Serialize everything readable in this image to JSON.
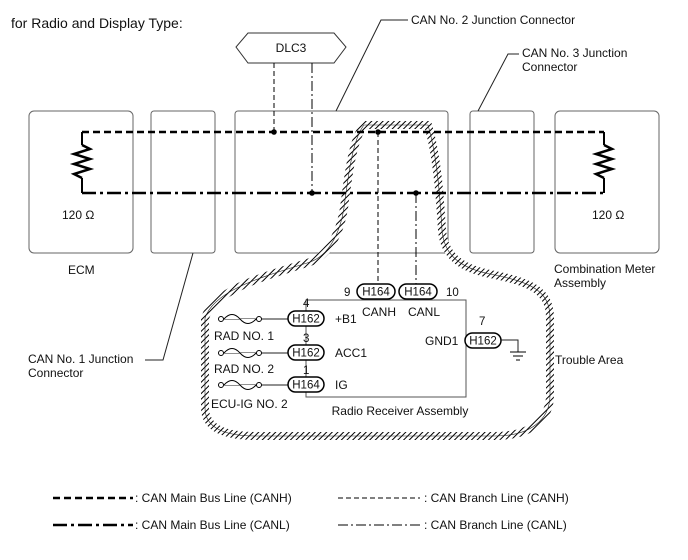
{
  "title": "for Radio and Display Type:",
  "labels": {
    "can2": "CAN No. 2 Junction Connector",
    "can3_l1": "CAN No. 3 Junction",
    "can3_l2": "Connector",
    "can1_l1": "CAN No. 1 Junction",
    "can1_l2": "Connector",
    "dlc3": "DLC3",
    "ecm": "ECM",
    "ecm_res": "120 Ω",
    "meter_res": "120 Ω",
    "meter_l1": "Combination Meter",
    "meter_l2": "Assembly",
    "trouble": "Trouble Area",
    "radio": "Radio Receiver Assembly"
  },
  "connectors": {
    "canh": {
      "pin": "9",
      "name": "H164",
      "signal": "CANH"
    },
    "canl": {
      "pin": "10",
      "name": "H164",
      "signal": "CANL"
    },
    "b1": {
      "pin": "4",
      "name": "H162",
      "signal": "+B1",
      "fuse": "RAD NO. 1"
    },
    "acc1": {
      "pin": "3",
      "name": "H162",
      "signal": "ACC1",
      "fuse": "RAD NO. 2"
    },
    "ig": {
      "pin": "1",
      "name": "H164",
      "signal": "IG",
      "fuse": "ECU-IG NO. 2"
    },
    "gnd": {
      "pin": "7",
      "name": "H162",
      "signal": "GND1"
    }
  },
  "legend": [
    {
      "label": ": CAN Main Bus Line (CANH)"
    },
    {
      "label": ": CAN Branch Line (CANH)"
    },
    {
      "label": ": CAN Main Bus Line (CANL)"
    },
    {
      "label": ": CAN Branch Line (CANL)"
    }
  ]
}
